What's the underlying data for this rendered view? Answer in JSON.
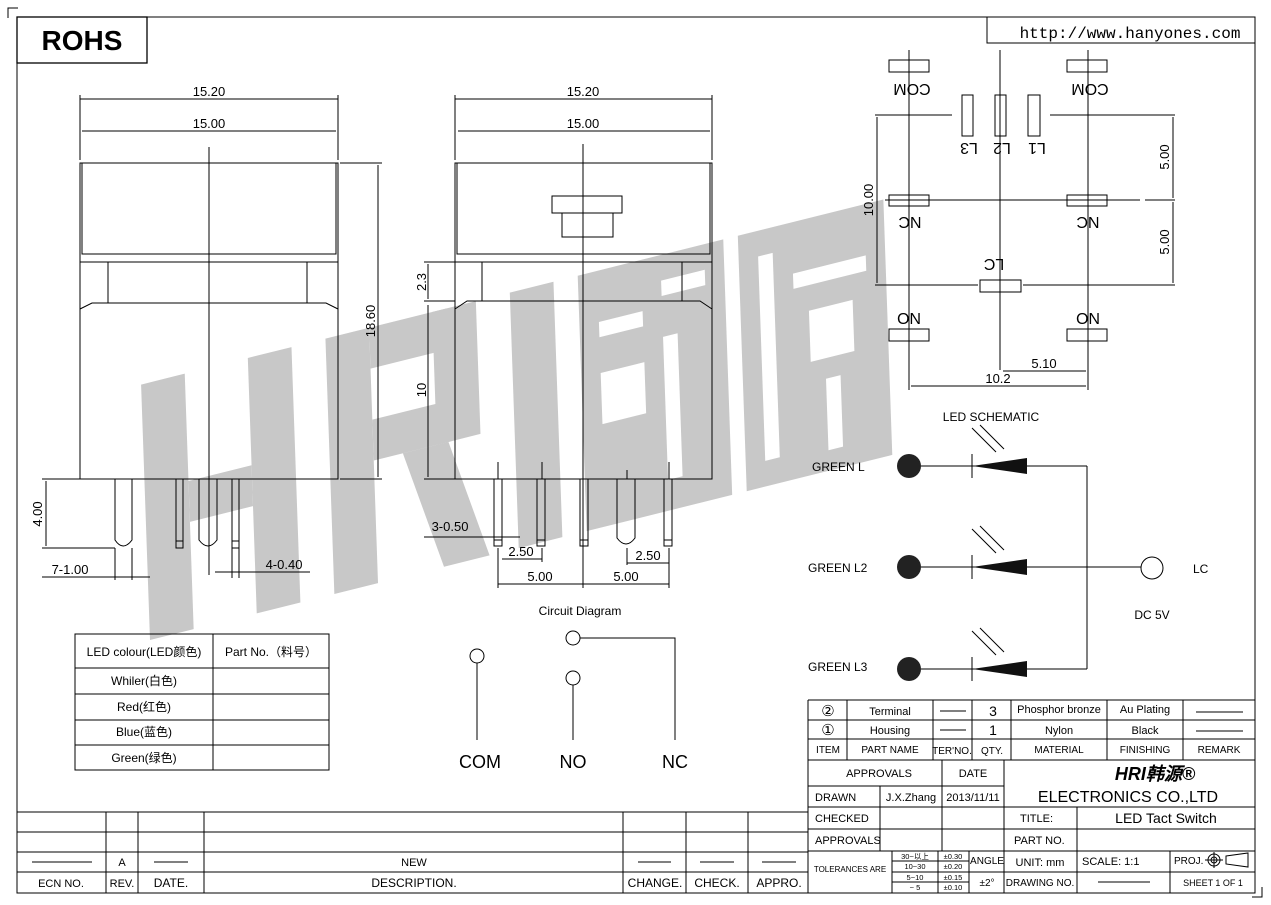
{
  "header": {
    "rohs": "ROHS",
    "url": "http://www.hanyones.com"
  },
  "watermark": "HRI韩源",
  "front_view": {
    "dim_overall_width": "15.20",
    "dim_body_width": "15.00",
    "dim_height": "18.60",
    "dim_pin_length": "4.00",
    "dim_pin_wide": "7-1.00",
    "dim_pin_narrow": "4-0.40"
  },
  "side_view": {
    "dim_overall_width": "15.20",
    "dim_body_width": "15.00",
    "dim_step": "2.3",
    "dim_body_height": "10",
    "dim_pin": "3-0.50",
    "dim_pitch_a": "2.50",
    "dim_pitch_b": "2.50",
    "dim_span_a": "5.00",
    "dim_span_b": "5.00"
  },
  "footprint": {
    "pads": {
      "com": "COM",
      "l1": "L1",
      "l2": "L2",
      "l3": "L3",
      "nc": "NC",
      "lc": "LC",
      "no": "NO"
    },
    "dim_height": "10.00",
    "dim_upper": "5.00",
    "dim_lower": "5.00",
    "dim_half_width": "5.10",
    "dim_width": "10.2"
  },
  "led_schematic": {
    "title": "LED SCHEMATIC",
    "rows": [
      "GREEN  L",
      "GREEN  L2",
      "GREEN  L3"
    ],
    "terminal": "LC",
    "supply": "DC  5V"
  },
  "circuit": {
    "title": "Circuit  Diagram",
    "com": "COM",
    "no": "NO",
    "nc": "NC"
  },
  "led_table": {
    "headers": [
      "LED  colour(LED颜色)",
      "Part  No.（料号）"
    ],
    "rows": [
      "Whiler(白色)",
      "Red(红色)",
      "Blue(蓝色)",
      "Green(绿色)"
    ]
  },
  "revision": {
    "ecn": "ECN  NO.",
    "rev": "REV.",
    "date": "DATE.",
    "description": "DESCRIPTION.",
    "change": "CHANGE.",
    "check": "CHECK.",
    "appro": "APPRO.",
    "rev_value": "A",
    "desc_value": "NEW"
  },
  "bom": {
    "headers": [
      "ITEM",
      "PART  NAME",
      "TER'NO.",
      "QTY.",
      "MATERIAL",
      "FINISHING",
      "REMARK"
    ],
    "rows": [
      {
        "item": "②",
        "name": "Terminal",
        "qty": "3",
        "material": "Phosphor  bronze",
        "finishing": "Au  Plating"
      },
      {
        "item": "①",
        "name": "Housing",
        "qty": "1",
        "material": "Nylon",
        "finishing": "Black"
      }
    ]
  },
  "title_block": {
    "approvals": "APPROVALS",
    "date": "DATE",
    "drawn": "DRAWN",
    "drawn_by": "J.X.Zhang",
    "drawn_date": "2013/11/11",
    "checked": "CHECKED",
    "approvals2": "APPROVALS",
    "company_logo": "HRI韩源®",
    "company": "ELECTRONICS  CO.,LTD",
    "title_label": "TITLE:",
    "title": "LED  Tact  Switch",
    "part_no_label": "PART  NO.",
    "tolerances": "TOLERANCES  ARE",
    "tol_ranges": [
      "30~以上",
      "10~30",
      "5~10",
      "~ 5"
    ],
    "tol_values": [
      "±0.30",
      "±0.20",
      "±0.15",
      "±0.10"
    ],
    "angle": "ANGLE",
    "angle_value": "±2°",
    "unit": "UNIT:  mm",
    "scale": "SCALE:   1:1",
    "proj": "PROJ.",
    "drawing_no": "DRAWING  NO.",
    "sheet": "SHEET   1  OF  1"
  }
}
